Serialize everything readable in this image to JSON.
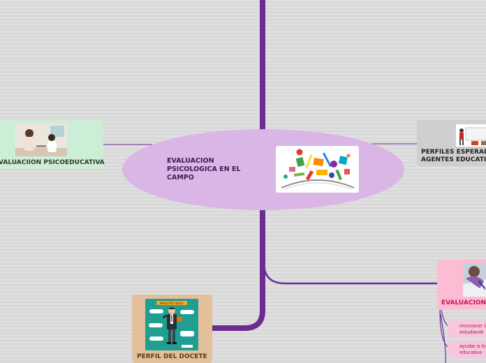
{
  "central": {
    "title": "EVALUACION PSICOLOGICA EN EL CAMPO",
    "image_icon": "school-supplies-illustration"
  },
  "nodes": {
    "left_top": {
      "label": "VALUACIION PSICOEDUCATIVA",
      "image_icon": "counseling-session-photo"
    },
    "right_top": {
      "label_line1": "PERFILES ESPERADOS",
      "label_line2": "AGENTES EDUCATIVOS",
      "image_icon": "teacher-at-board-illustration"
    },
    "bottom_left": {
      "label": "PERFIL DEL DOCETE",
      "image_icon": "ideal-teacher-infographic",
      "image_caption": "MAESTRO IDEAL"
    },
    "bottom_right": {
      "label": "EVALUACION",
      "image_icon": "student-writing-photo",
      "subtopics": [
        {
          "text": "reconocer la\nestudiante"
        },
        {
          "text": "ayudar a to\neducativa"
        }
      ]
    }
  },
  "colors": {
    "background": "#d9d9d9",
    "trunk": "#6a2c91",
    "central": "#d9b6e6",
    "left_node": "#cdeed6",
    "right_node": "#cfcfcf",
    "bottom_left_node": "#e3c09c",
    "bottom_right_node": "#fbbcd4"
  }
}
